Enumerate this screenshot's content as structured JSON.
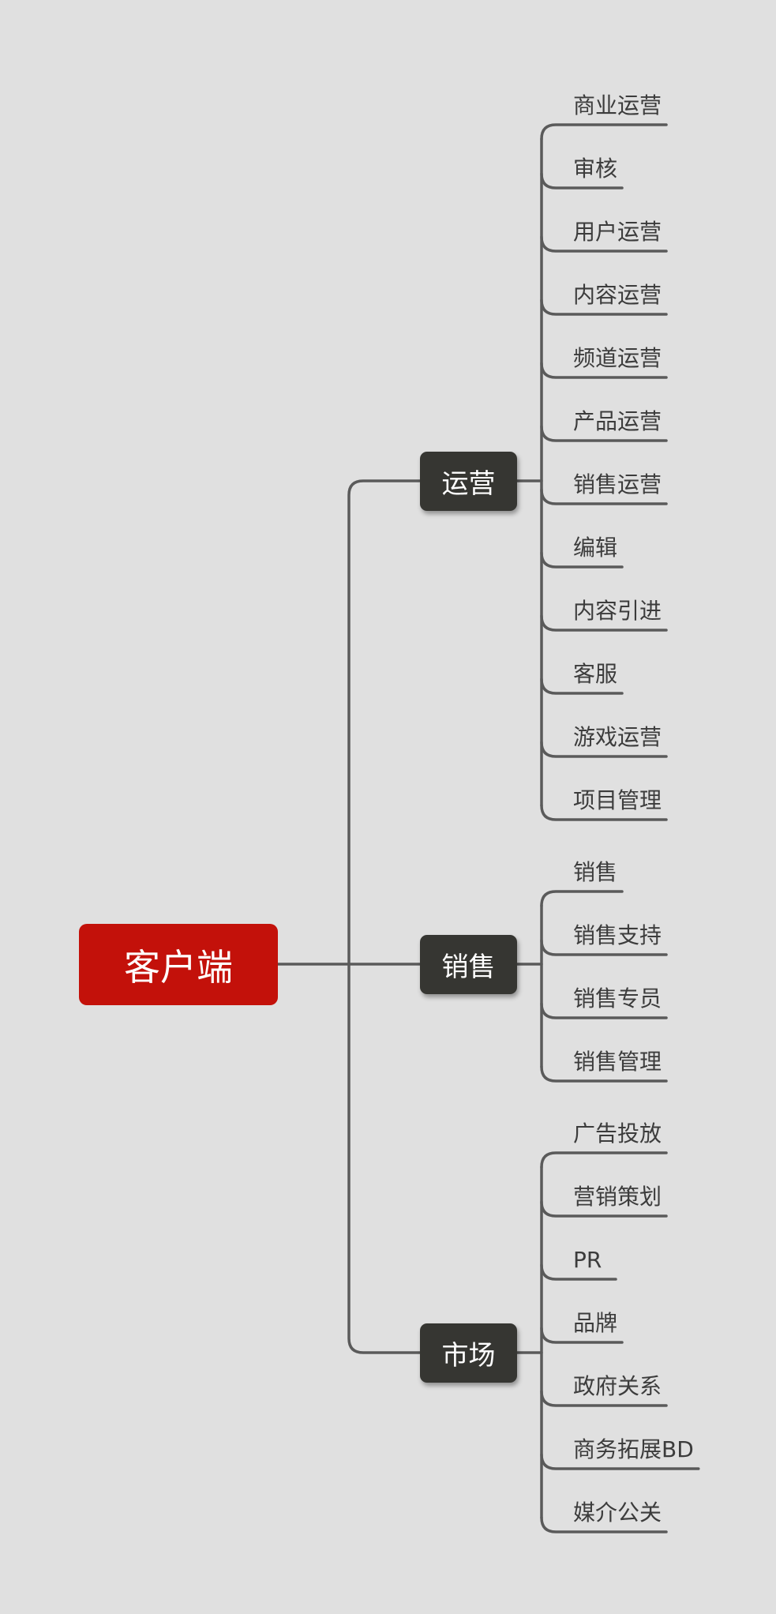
{
  "root": {
    "label": "客户端"
  },
  "branches": [
    {
      "label": "运营",
      "children": [
        "商业运营",
        "审核",
        "用户运营",
        "内容运营",
        "频道运营",
        "产品运营",
        "销售运营",
        "编辑",
        "内容引进",
        "客服",
        "游戏运营",
        "项目管理"
      ]
    },
    {
      "label": "销售",
      "children": [
        "销售",
        "销售支持",
        "销售专员",
        "销售管理"
      ]
    },
    {
      "label": "市场",
      "children": [
        "广告投放",
        "营销策划",
        "PR",
        "品牌",
        "政府关系",
        "商务拓展BD",
        "媒介公关"
      ]
    }
  ],
  "colors": {
    "background": "#e0e0e0",
    "root_fill": "#c3110a",
    "branch_fill": "#363632",
    "connector": "#5a5a5a",
    "leaf_text": "#3c3c3c"
  }
}
